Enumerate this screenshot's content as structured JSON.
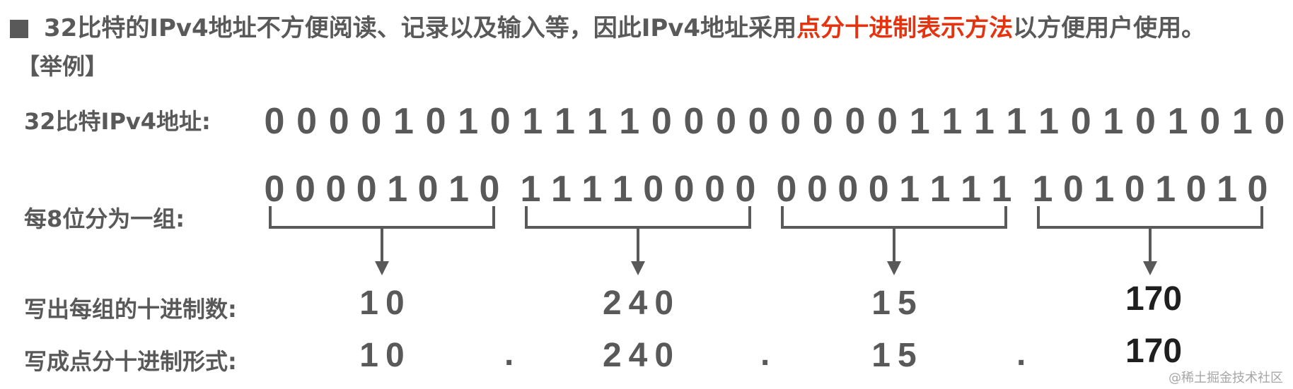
{
  "headline": {
    "prefix": "32比特的IPv4地址不方便阅读、记录以及输入等，因此IPv4地址采用",
    "highlight": "点分十进制表示方法",
    "suffix": "以方便用户使用。"
  },
  "example_label": "【举例】",
  "rows": {
    "address_label": "32比特IPv4地址:",
    "group_label": "每8位分为一组:",
    "decimal_label": "写出每组的十进制数:",
    "dotted_label": "写成点分十进制形式:"
  },
  "address_bits": [
    "0",
    "0",
    "0",
    "0",
    "1",
    "0",
    "1",
    "0",
    "1",
    "1",
    "1",
    "1",
    "0",
    "0",
    "0",
    "0",
    "0",
    "0",
    "0",
    "0",
    "1",
    "1",
    "1",
    "1",
    "1",
    "0",
    "1",
    "0",
    "1",
    "0",
    "1",
    "0"
  ],
  "groups": [
    {
      "bits": [
        "0",
        "0",
        "0",
        "0",
        "1",
        "0",
        "1",
        "0"
      ],
      "decimal": "10"
    },
    {
      "bits": [
        "1",
        "1",
        "1",
        "1",
        "0",
        "0",
        "0",
        "0"
      ],
      "decimal": "240"
    },
    {
      "bits": [
        "0",
        "0",
        "0",
        "0",
        "1",
        "1",
        "1",
        "1"
      ],
      "decimal": "15"
    },
    {
      "bits": [
        "1",
        "0",
        "1",
        "0",
        "1",
        "0",
        "1",
        "0"
      ],
      "decimal": "170"
    }
  ],
  "dot_separator": ".",
  "watermark": "@稀土掘金技术社区",
  "colors": {
    "text": "#595959",
    "highlight": "#e5330f",
    "dark": "#1f1f1f"
  }
}
